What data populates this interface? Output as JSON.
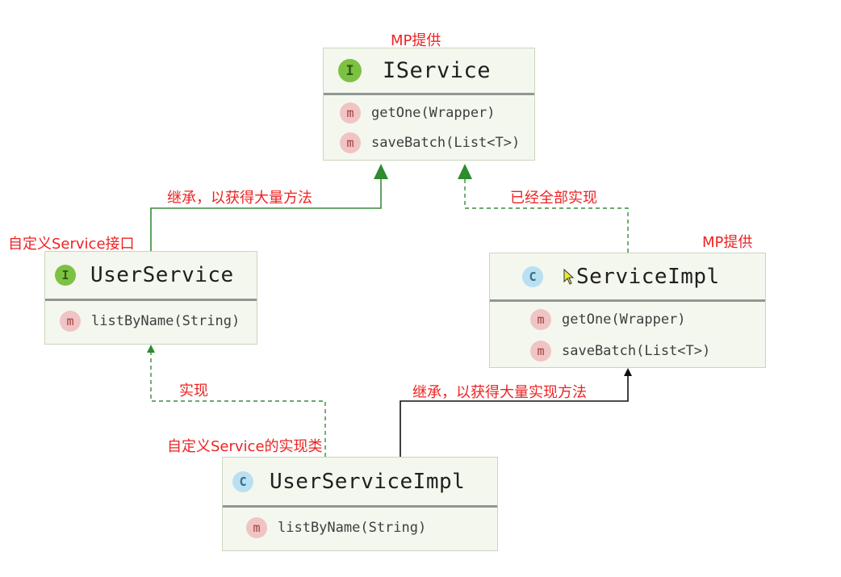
{
  "classes": {
    "iservice": {
      "kind_badge": "I",
      "name": "IService",
      "methods": [
        {
          "badge": "m",
          "signature": "getOne(Wrapper)"
        },
        {
          "badge": "m",
          "signature": "saveBatch(List<T>)"
        }
      ]
    },
    "user_service": {
      "kind_badge": "I",
      "name": "UserService",
      "methods": [
        {
          "badge": "m",
          "signature": "listByName(String)"
        }
      ]
    },
    "service_impl": {
      "kind_badge": "C",
      "name": "ServiceImpl",
      "methods": [
        {
          "badge": "m",
          "signature": "getOne(Wrapper)"
        },
        {
          "badge": "m",
          "signature": "saveBatch(List<T>)"
        }
      ]
    },
    "user_service_impl": {
      "kind_badge": "C",
      "name": "UserServiceImpl",
      "methods": [
        {
          "badge": "m",
          "signature": "listByName(String)"
        }
      ]
    }
  },
  "annotations": {
    "iservice_provider": "MP提供",
    "service_impl_provider": "MP提供",
    "custom_interface": "自定义Service接口",
    "custom_impl": "自定义Service的实现类",
    "extends_iservice": "继承，以获得大量方法",
    "fully_implemented": "已经全部实现",
    "implements": "实现",
    "extends_service_impl": "继承，以获得大量实现方法"
  },
  "colors": {
    "annotation": "#ee2222",
    "interface_badge": "#7dc142",
    "class_badge": "#b9dff2",
    "method_badge": "#f0c4c4",
    "inheritance_line": "#3a8a3a",
    "class_extends_line": "#111111"
  }
}
